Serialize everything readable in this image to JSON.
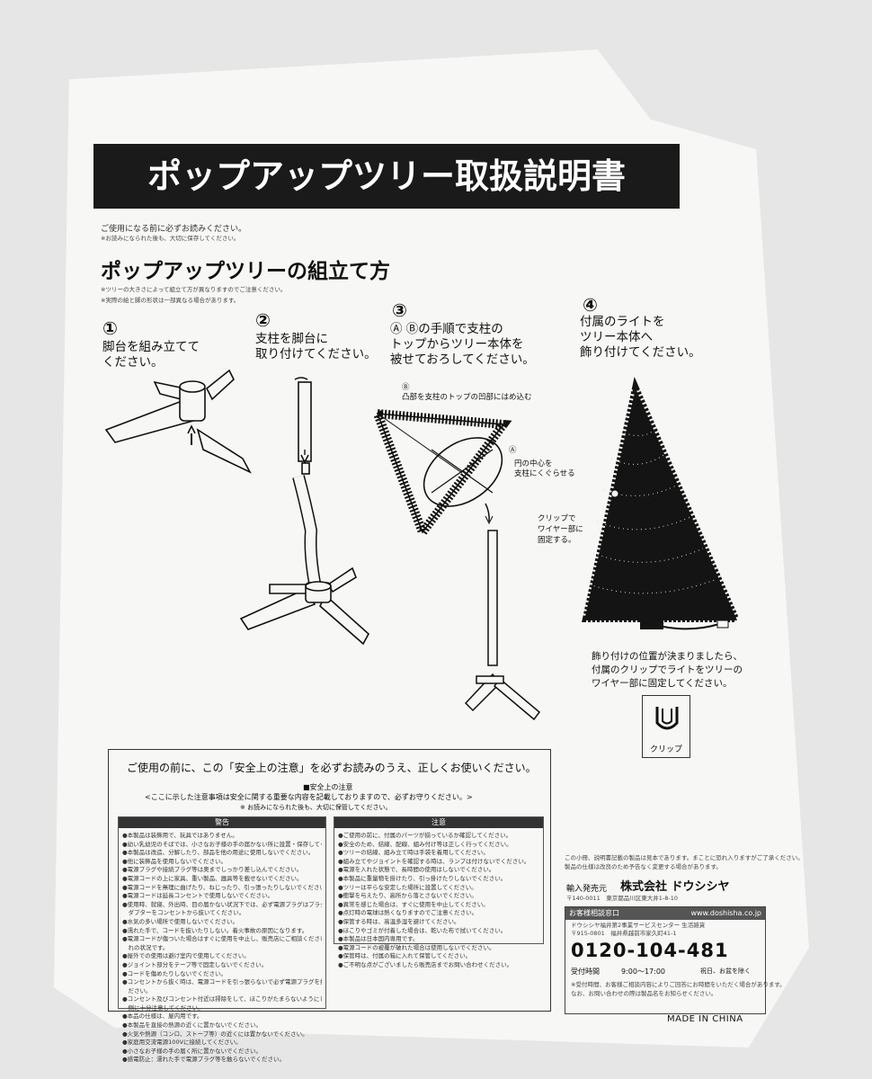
{
  "header": {
    "title": "ポップアップツリー取扱説明書"
  },
  "intro": {
    "line1": "ご使用になる前に必ずお読みください。",
    "line2": "※お読みになられた後も、大切に保存してください。"
  },
  "assembly": {
    "title": "ポップアップツリーの組立て方",
    "note1": "※ツリーの大きさによって組立て方が異なりますのでご注意ください。",
    "note2": "※実際の絵と脚の形状は一部異なる場合があります。"
  },
  "steps": [
    {
      "num": "①",
      "text1": "脚台を組み立てて",
      "text2": "ください。",
      "text3": ""
    },
    {
      "num": "②",
      "text1": "支柱を脚台に",
      "text2": "取り付けてください。",
      "text3": ""
    },
    {
      "num": "③",
      "text1": "Ⓐ Ⓑの手順で支柱の",
      "text2": "トップからツリー本体を",
      "text3": "被せておろしてください。"
    },
    {
      "num": "④",
      "text1": "付属のライトを",
      "text2": "ツリー本体へ",
      "text3": "飾り付けてください。"
    }
  ],
  "step3_notes": {
    "b_marker": "Ⓑ",
    "b_text": "凸部を支柱のトップの凹部にはめ込む",
    "a_marker": "Ⓐ",
    "a_text1": "円の中心を",
    "a_text2": "支柱にくぐらせる"
  },
  "step4_notes": {
    "clip1": "クリップで",
    "clip2": "ワイヤー部に",
    "clip3": "固定する。",
    "after1": "飾り付けの位置が決まりましたら、",
    "after2": "付属のクリップでライトをツリーの",
    "after3": "ワイヤー部に固定してください。",
    "clip_label": "クリップ"
  },
  "caution": {
    "headline": "ご使用の前に、この「安全上の注意」を必ずお読みのうえ、正しくお使いください。",
    "section": "■安全上の注意",
    "sub1": "<ここに示した注意事項は安全に関する重要な内容を記載しておりますので、必ずお守りください。>",
    "sub2": "※ お読みになられた後も、大切に保管してください。",
    "warning_title": "警告",
    "warning_items": [
      "●本製品は装飾用で、玩具ではありません。",
      "●幼い乳幼児のそばでは、小さなお子様の手の届かない所に設置・保存してください。",
      "●本製品は改造、分解したり、部品を他の用途に使用しないでください。",
      "●他に装飾品を使用しないでください。",
      "●電源プラグや接続プラグ等は奥までしっかり差し込んでください。",
      "●電源コードの上に家具、重い製品、器具等を載せないでください。",
      "●電源コードを無理に曲げたり、ねじったり、引っ張ったりしないでください。",
      "●電源コードは延長コンセントで使用しないでください。",
      "●使用時、就寝、外出時、目の届かない状況下では、必ず電源プラグはプラグ付きア",
      "　ダプターをコンセントから抜いてください。",
      "●水気の多い場所で使用しないでください。",
      "●濡れた手で、コードを抜いたりしない。着火事故の原因になります。",
      "●電源コードが傷ついた場合はすぐに使用を中止し、販売店にご相談ください。",
      "　れの状況です。",
      "●屋外での使用は避け室内で使用してください。",
      "●ジョイント部分をテープ等で固定しないでください。",
      "●コードを傷めたりしないでください。",
      "●コンセントから抜く時は、電源コードを引っ張らないで必ず電源プラグを持って抜いてください。",
      "　ださい。",
      "●コンセント及びコンセント付近は掃除をして、ほこりがたまらないようにしてください。",
      "　側に十分注意してください。",
      "●本品の仕様は、屋内用です。",
      "●本製品を直接の熱源の近くに置かないでください。",
      "●火気や熱源（コンロ、ストーブ等）の近くには置かないでください。",
      "●家庭用交流電源100Vに接続してください。",
      "●小さなお子様の手の届く所に置かないでください。",
      "●感電防止：濡れた手で電源プラグ等を触らないでください。"
    ],
    "caution_title": "注意",
    "caution_items": [
      "●ご使用の前に、付属のパーツが揃っているか確認してください。",
      "●安全のため、結線、配線、組み付け等は正しく行ってください。",
      "●ツリーの結線、組み立て時は手袋を着用してください。",
      "●組み立てやジョイントを確認する時は、ランプは付けないでください。",
      "●電源を入れた状態で、長時間の使用はしないでください。",
      "●本製品に重量物を掛けたり、引っ掛けたりしないでください。",
      "●ツリーは平らな安定した場所に設置してください。",
      "●衝撃を与えたり、高所から落とさないでください。",
      "●異常を感じた場合は、すぐに使用を中止してください。",
      "●点灯時の電球は熱くなりますのでご注意ください。",
      "●保管する時は、高温多湿を避けてください。",
      "●ほこりやゴミが付着した場合は、乾いた布で拭いてください。",
      "●本製品は日本国内専用です。",
      "●電源コードの被覆が破れた場合は使用しないでください。",
      "●保管時は、付属の箱に入れて保管してください。",
      "●ご不明な点がございましたら販売店までお問い合わせください。"
    ]
  },
  "company": {
    "fine1": "この小冊、説明書記載の製品は見本であります。まことに恐れ入りますがご了承ください。",
    "fine2": "製品の仕様は改良のため予告なく変更する場合があります。",
    "importer_label": "輸入発売元",
    "name": "株式会社 ドウシシヤ",
    "address": "〒140-0011　東京都品川区東大井1-8-10",
    "inquiry_label": "お客様相談窓口",
    "website": "www.doshisha.co.jp",
    "center": "ドウシシヤ福井第2事業サービスセンター 生活雑貨",
    "center_address": "〒915-0801　福井県越前市家久町41-1",
    "phone": "0120-104-481",
    "hours_label": "受付時間",
    "hours": "9:00～17:00",
    "holidays": "祝日、お盆を除く",
    "fine3": "※受付時間、お客様ご相談内容によりご回答にお時間をいただく場合があります。",
    "fine4": "なお、お問い合わせの際は製品名をお知らせください。"
  },
  "made_in": "MADE IN CHINA"
}
